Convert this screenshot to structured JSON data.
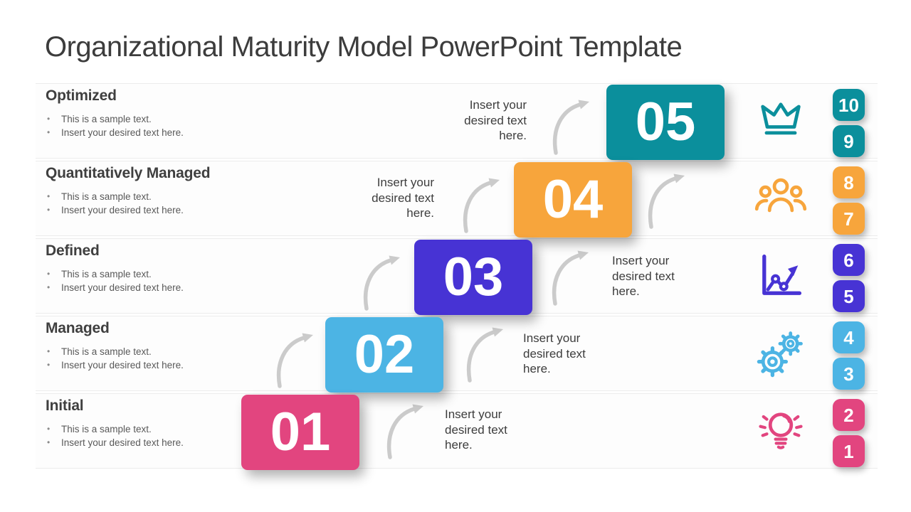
{
  "title": "Organizational Maturity Model PowerPoint Template",
  "colors": {
    "teal": "#0B8F9C",
    "orange": "#F7A53C",
    "indigo": "#4733D4",
    "blue": "#4CB4E4",
    "pink": "#E2457F",
    "arrow": "#CBCBCB"
  },
  "rows": [
    {
      "title": "Optimized",
      "bullets": [
        "This is a sample text.",
        "Insert your desired text here."
      ],
      "note": "Insert your desired text here.",
      "number": "05",
      "badges": [
        "10",
        "9"
      ],
      "color": "#0B8F9C",
      "icon": "crown-icon"
    },
    {
      "title": "Quantitatively Managed",
      "bullets": [
        "This is a sample text.",
        "Insert your desired text here."
      ],
      "note": "Insert your desired text here.",
      "number": "04",
      "badges": [
        "8",
        "7"
      ],
      "color": "#F7A53C",
      "icon": "team-icon"
    },
    {
      "title": "Defined",
      "bullets": [
        "This is a sample text.",
        "Insert your desired text here."
      ],
      "note": "Insert your desired text here.",
      "number": "03",
      "badges": [
        "6",
        "5"
      ],
      "color": "#4733D4",
      "icon": "growth-chart-icon"
    },
    {
      "title": "Managed",
      "bullets": [
        "This is a sample text.",
        "Insert your desired text here."
      ],
      "note": "Insert your desired text here.",
      "number": "02",
      "badges": [
        "4",
        "3"
      ],
      "color": "#4CB4E4",
      "icon": "gears-icon"
    },
    {
      "title": "Initial",
      "bullets": [
        "This is a sample text.",
        "Insert your desired text here."
      ],
      "note": "Insert your desired text here.",
      "number": "01",
      "badges": [
        "2",
        "1"
      ],
      "color": "#E2457F",
      "icon": "light-bulb-icon"
    }
  ]
}
